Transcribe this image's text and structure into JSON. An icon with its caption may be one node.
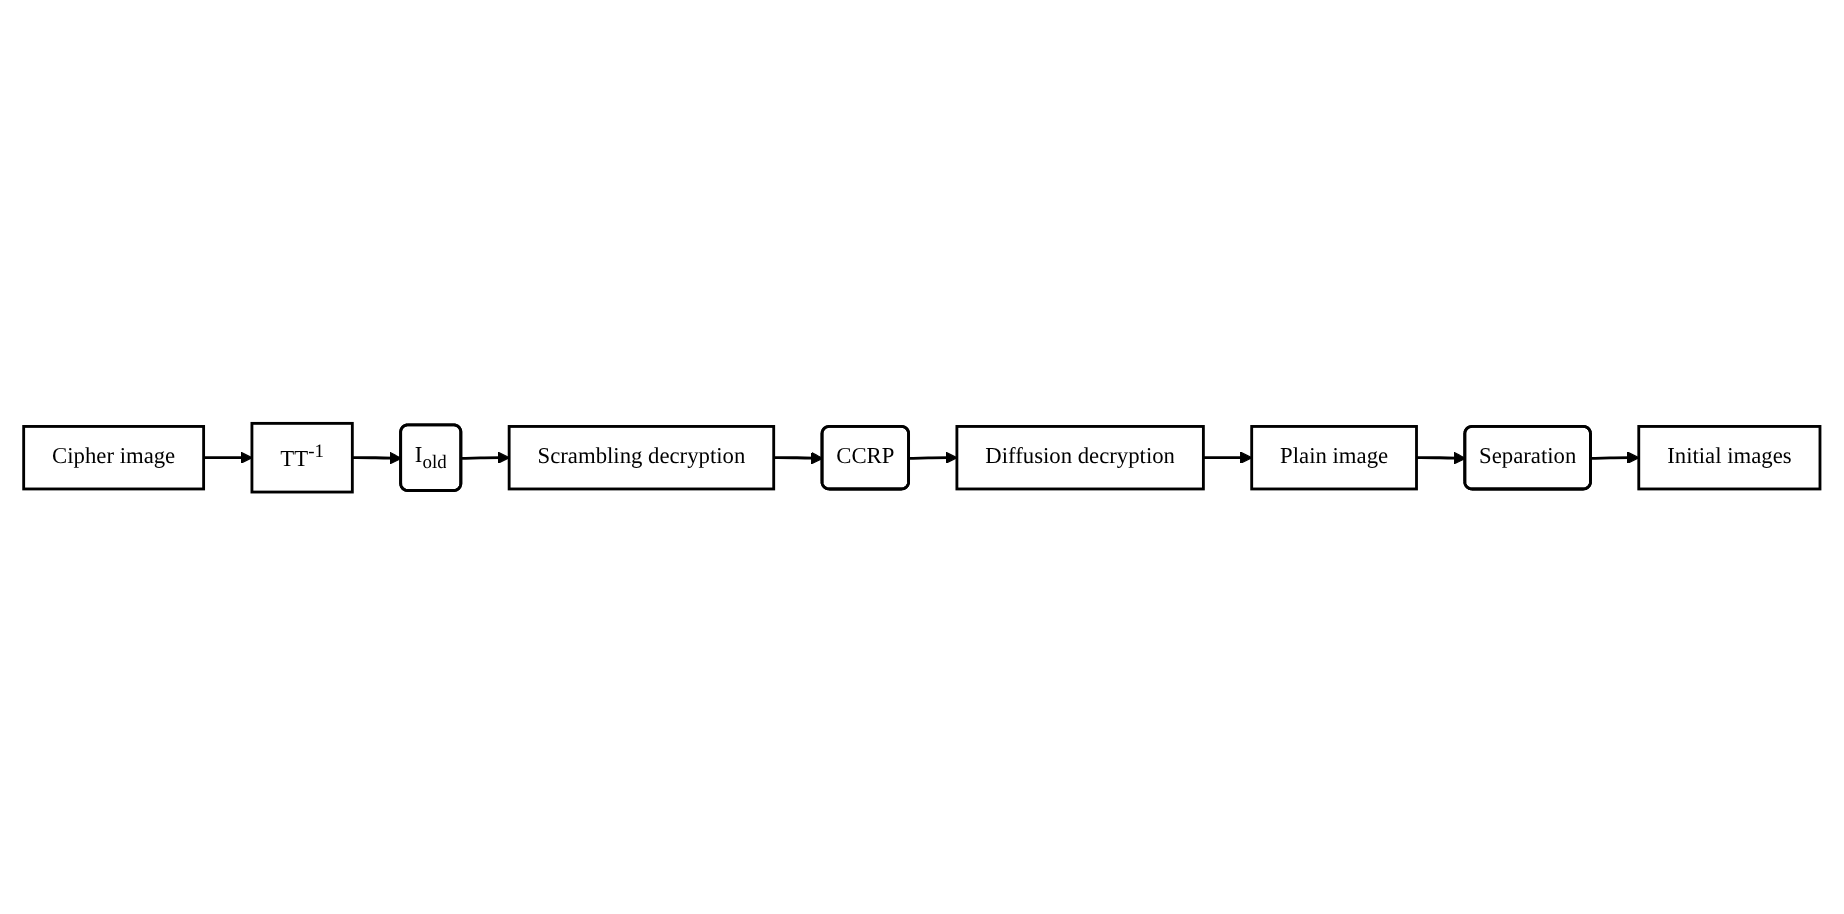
{
  "diagram": {
    "nodes": [
      {
        "text": [
          "Cipher image"
        ]
      },
      {
        "text": [
          "TT$^{-1}$"
        ]
      },
      {
        "text": [
          "I$_{old}$"
        ]
      },
      {
        "text": [
          "Scrambling decryption"
        ]
      },
      {
        "text": [
          "CCRP"
        ]
      },
      {
        "text": [
          "Diffusion decryption"
        ]
      },
      {
        "text": [
          "Plain image"
        ]
      },
      {
        "text": [
          "Separation"
        ]
      },
      {
        "text": [
          "Initial images"
        ]
      }
    ],
    "edges": [
      {
        "from": 0,
        "to": 1,
        "arrow": "to"
      },
      {
        "from": 1,
        "to": 2,
        "arrow": "to"
      },
      {
        "from": 2,
        "to": 3,
        "arrow": "to"
      },
      {
        "from": 3,
        "to": 4,
        "arrow": "to"
      },
      {
        "from": 4,
        "to": 5,
        "arrow": "to"
      },
      {
        "from": 5,
        "to": 6,
        "arrow": "to"
      },
      {
        "from": 6,
        "to": 7,
        "arrow": "to"
      },
      {
        "from": 7,
        "to": 8,
        "arrow": "to"
      }
    ]
  }
}
